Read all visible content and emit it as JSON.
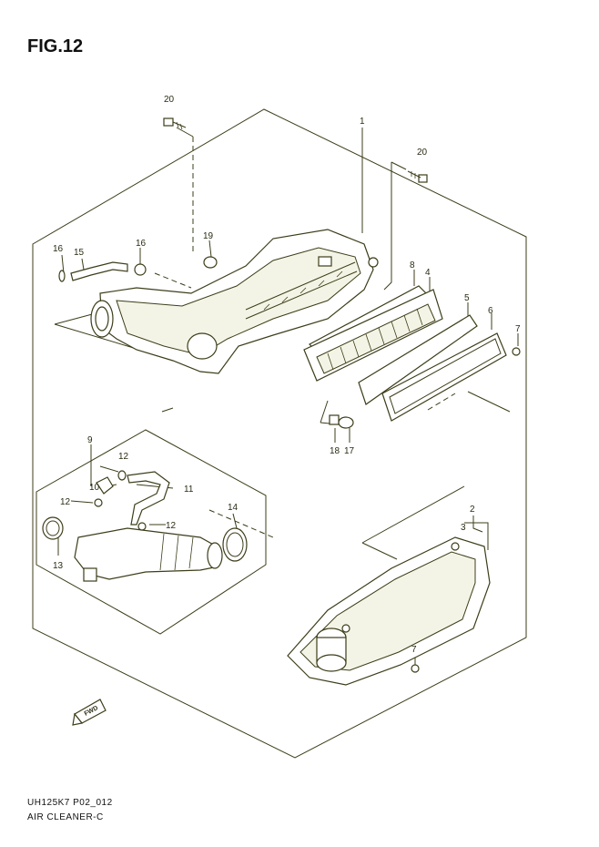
{
  "figure": {
    "title": "FIG.12",
    "code": "UH125K7 P02_012",
    "name": "AIR CLEANER-C"
  },
  "part_labels": [
    "1",
    "2",
    "3",
    "4",
    "5",
    "6",
    "7",
    "7",
    "8",
    "9",
    "10",
    "11",
    "12",
    "12",
    "12",
    "13",
    "14",
    "15",
    "16",
    "16",
    "17",
    "18",
    "19",
    "20",
    "20"
  ],
  "icons": {
    "fwd": "fwd-arrow-icon"
  },
  "colors": {
    "line": "#3d3d1a",
    "label": "#2b2b14"
  }
}
